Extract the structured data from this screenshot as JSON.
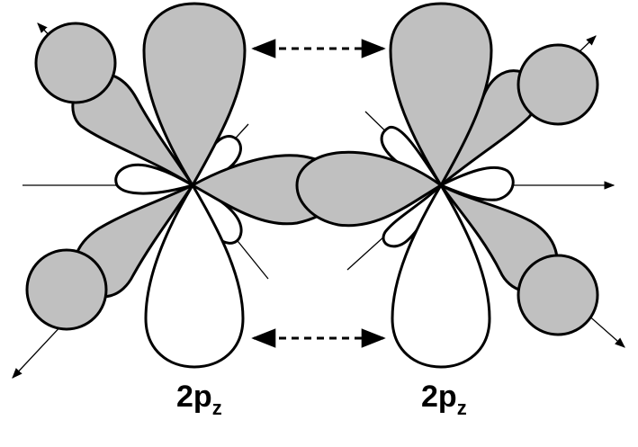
{
  "diagram": {
    "colors": {
      "lobe_fill": "#c0c0c0",
      "lobe_empty": "#ffffff",
      "outline": "#000000"
    },
    "labels": {
      "left": {
        "main": "2p",
        "sub": "z"
      },
      "right": {
        "main": "2p",
        "sub": "z"
      }
    }
  }
}
